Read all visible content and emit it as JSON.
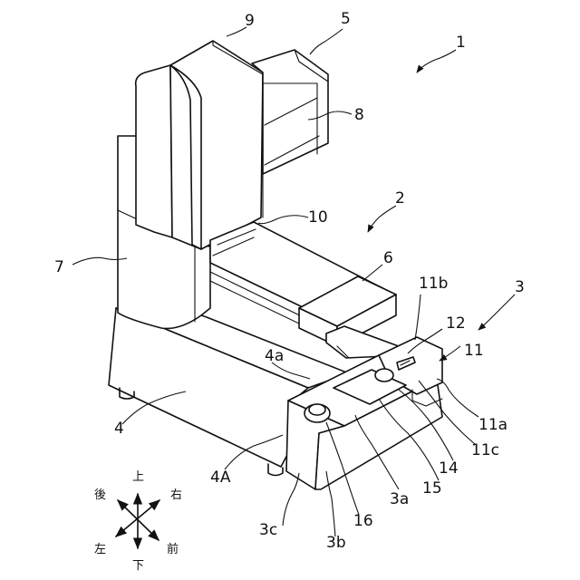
{
  "labels": {
    "l1": "1",
    "l2": "2",
    "l3": "3",
    "l4": "4",
    "l4a": "4a",
    "l4A": "4A",
    "l5": "5",
    "l6": "6",
    "l7": "7",
    "l8": "8",
    "l9": "9",
    "l10": "10",
    "l11": "11",
    "l11a": "11a",
    "l11b": "11b",
    "l11c": "11c",
    "l12": "12",
    "l14": "14",
    "l15": "15",
    "l16": "16",
    "l3a": "3a",
    "l3b": "3b",
    "l3c": "3c"
  },
  "directions": {
    "up": "上",
    "down": "下",
    "left": "左",
    "right": "右",
    "front": "前",
    "back": "後"
  }
}
